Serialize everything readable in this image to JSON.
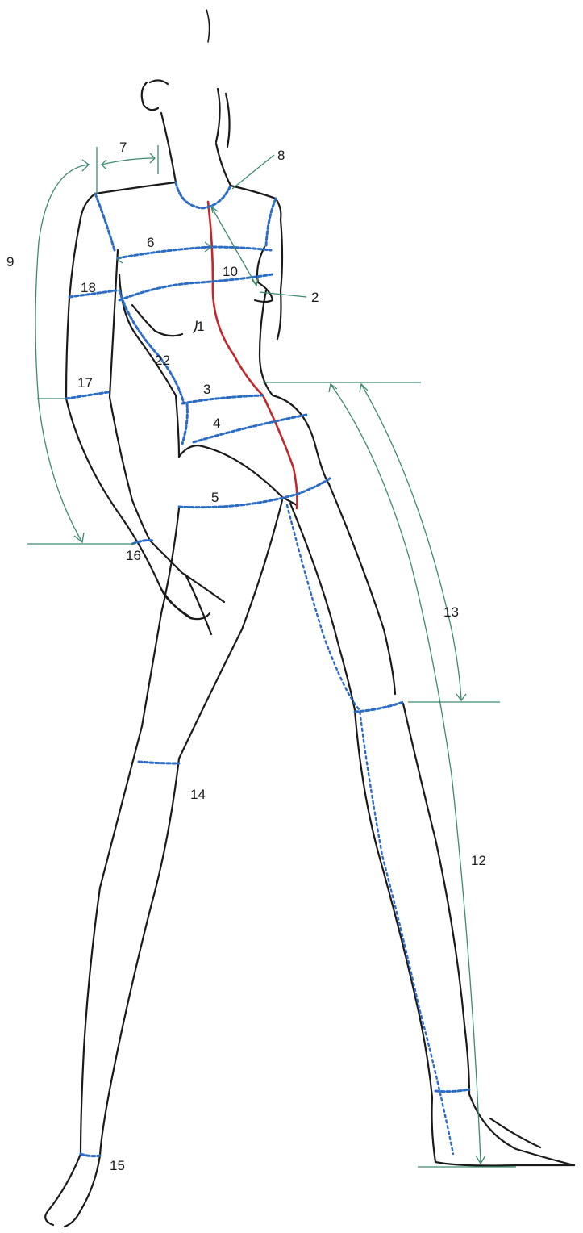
{
  "labels": {
    "l1": "1",
    "l2": "2",
    "l3": "3",
    "l4": "4",
    "l5": "5",
    "l6": "6",
    "l7": "7",
    "l8": "8",
    "l9": "9",
    "l10": "10",
    "l12": "12",
    "l13": "13",
    "l14": "14",
    "l15": "15",
    "l16": "16",
    "l17": "17",
    "l18": "18",
    "l22": "22"
  },
  "colors": {
    "outline": "#1a1a1a",
    "measure_dash": "#2b6cc4",
    "guide_line": "#3d8a6e",
    "center_front": "#c0282d"
  }
}
